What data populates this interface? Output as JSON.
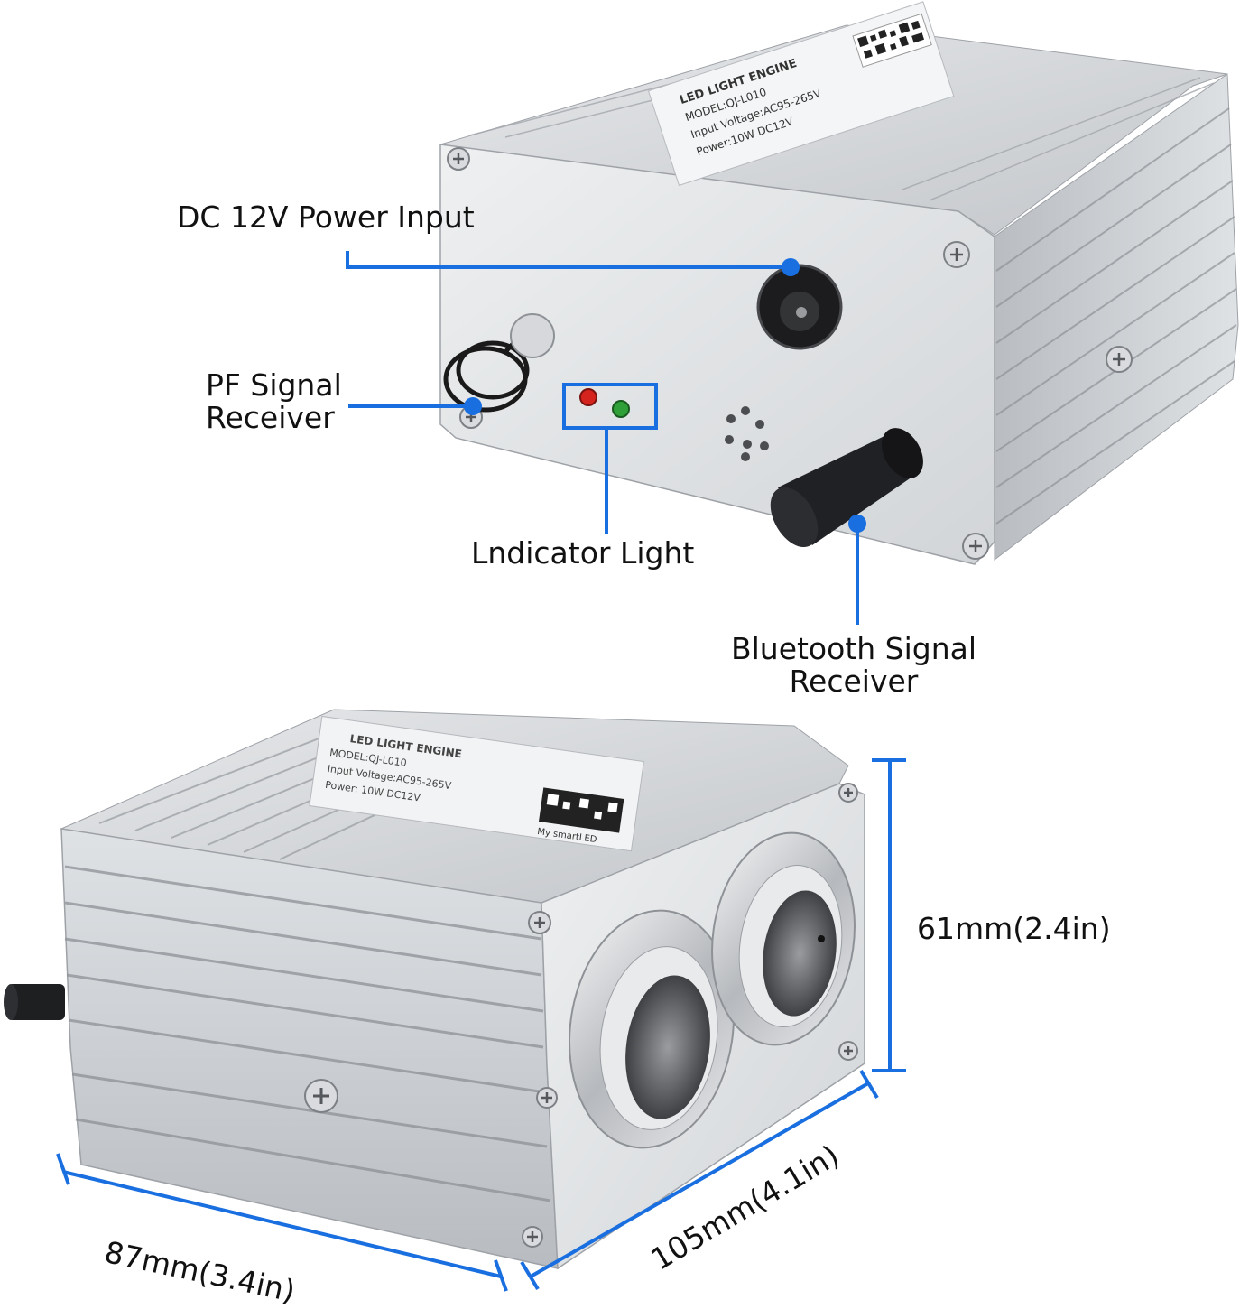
{
  "labels": {
    "dc_power": "DC 12V Power Input",
    "pf_receiver_line1": "PF Signal",
    "pf_receiver_line2": "Receiver",
    "indicator": "Lndicator Light",
    "bt_receiver_line1": "Bluetooth Signal",
    "bt_receiver_line2": "Receiver"
  },
  "dimensions": {
    "height": "61mm(2.4in)",
    "width": "87mm(3.4in)",
    "length": "105mm(4.1in)"
  },
  "top_unit_label": {
    "line1": "LED LIGHT ENGINE",
    "line2": "MODEL:QJ-L010",
    "line3": "Input Voltage:AC95-265V",
    "line4": "Power:10W   DC12V"
  },
  "bottom_unit_label": {
    "line1": "LED LIGHT ENGINE",
    "line2": "MODEL:QJ-L010",
    "line3": "Input Voltage:AC95-265V",
    "line4": "Power: 10W   DC12V",
    "brand": "My smartLED"
  },
  "colors": {
    "accent": "#1a6fe0",
    "housing": "#c9ccd0",
    "background": "#ffffff"
  }
}
